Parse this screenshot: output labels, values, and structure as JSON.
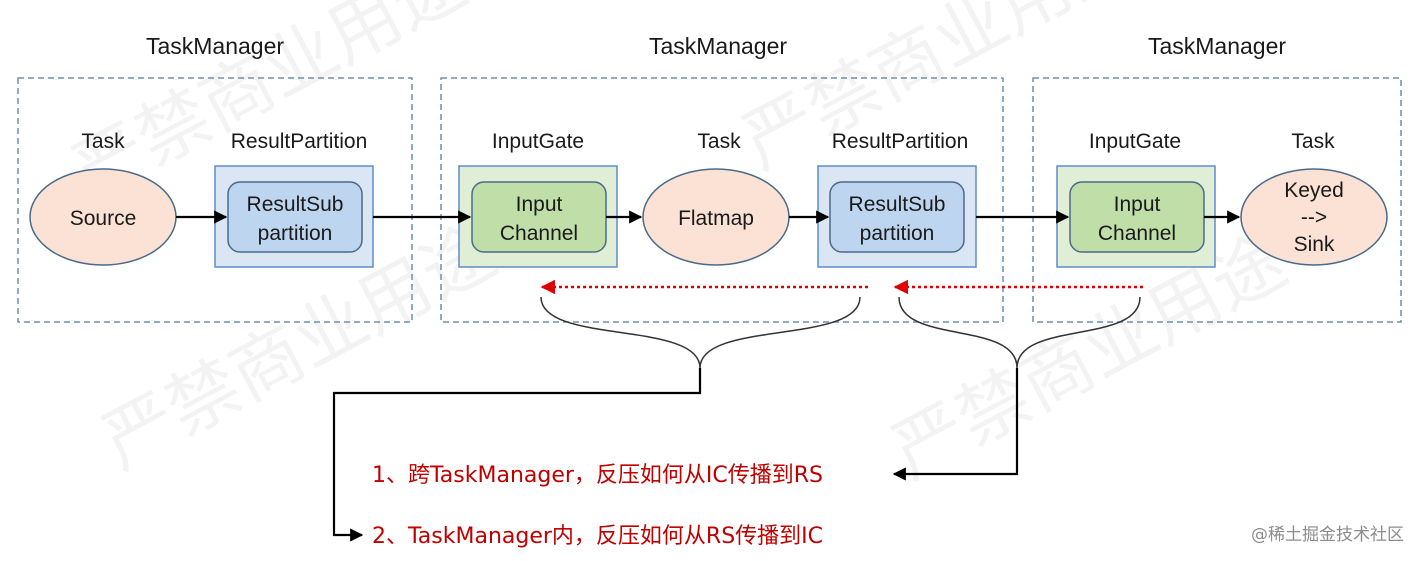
{
  "taskmanagers": [
    {
      "title": "TaskManager"
    },
    {
      "title": "TaskManager"
    },
    {
      "title": "TaskManager"
    }
  ],
  "labels": {
    "task": "Task",
    "result_partition": "ResultPartition",
    "input_gate": "InputGate"
  },
  "nodes": {
    "source": "Source",
    "result_sub_1": [
      "ResultSub",
      "partition"
    ],
    "input_channel_1": [
      "Input",
      "Channel"
    ],
    "flatmap": "Flatmap",
    "result_sub_2": [
      "ResultSub",
      "partition"
    ],
    "input_channel_2": [
      "Input",
      "Channel"
    ],
    "keyed_sink": [
      "Keyed",
      "-->",
      "Sink"
    ]
  },
  "questions": [
    "1、跨TaskManager，反压如何从IC传播到RS",
    "2、TaskManager内，反压如何从RS传播到IC"
  ],
  "watermark": "严禁商业用途",
  "credit": "@稀土掘金技术社区",
  "colors": {
    "dashed_border": "#6f8fae",
    "ellipse_fill": "#fbe2d4",
    "ellipse_stroke": "#4a6a8a",
    "blue_box_fill": "#dae6f3",
    "blue_box_stroke": "#5b8ed0",
    "blue_inner_fill": "#bdd5ee",
    "green_box_fill": "#e0eed6",
    "green_inner_fill": "#bfdea8",
    "red_arrow": "#e00000",
    "question_text": "#c00000"
  }
}
